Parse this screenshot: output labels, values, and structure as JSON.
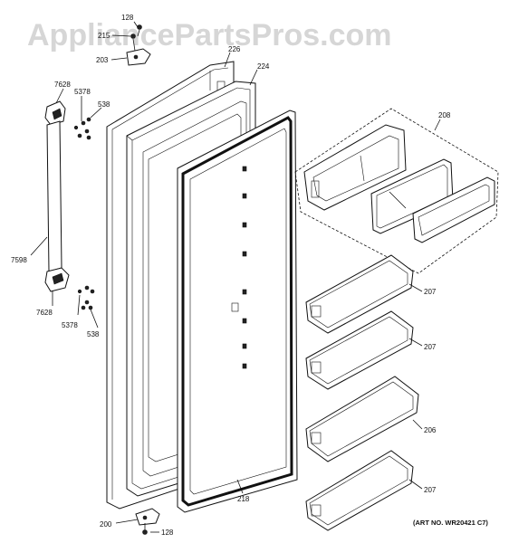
{
  "watermark": "AppliancePartsPros.com",
  "art_number": "(ART NO. WR20421 C7)",
  "labels": {
    "l128_top": "128",
    "l215": "215",
    "l203": "203",
    "l226": "226",
    "l224": "224",
    "l7628_top": "7628",
    "l5378_top": "5378",
    "l538_top": "538",
    "l7598": "7598",
    "l7628_bot": "7628",
    "l5378_bot": "5378",
    "l538_bot": "538",
    "l208": "208",
    "l207_a": "207",
    "l207_b": "207",
    "l206": "206",
    "l207_c": "207",
    "l218": "218",
    "l200": "200",
    "l128_bot": "128"
  }
}
